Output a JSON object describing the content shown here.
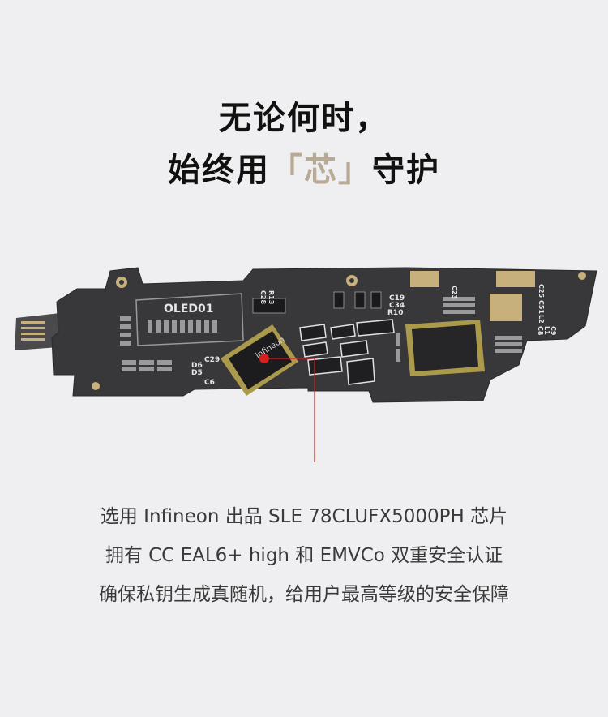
{
  "headline": {
    "line1": "无论何时，",
    "line2_prefix": "始终用",
    "line2_accent": "「芯」",
    "line2_suffix": "守护"
  },
  "board_labels": {
    "oled": "OLED01",
    "chip_brand": "infineon",
    "c29": "C29",
    "d6": "D6",
    "d5": "D5",
    "c6": "C6",
    "c19": "C19",
    "c34": "C34",
    "r10": "R10",
    "c25": "C25",
    "c51": "C51",
    "l2": "L2",
    "c9": "C9",
    "l1": "L1",
    "c8": "C8",
    "grp1": "C28",
    "grp2": "R13",
    "grp3": "C23"
  },
  "description": {
    "line1": "选用 Infineon 出品 SLE 78CLUFX5000PH 芯片",
    "line2": "拥有 CC EAL6+ high 和 EMVCo 双重安全认证",
    "line3": "确保私钥生成真随机，给用户最高等级的安全保障"
  },
  "colors": {
    "background": "#efeff1",
    "accent": "#b8aa95",
    "pointer": "#d6201f",
    "pcb": "#3a3a3c",
    "gold": "#c8b07c"
  }
}
